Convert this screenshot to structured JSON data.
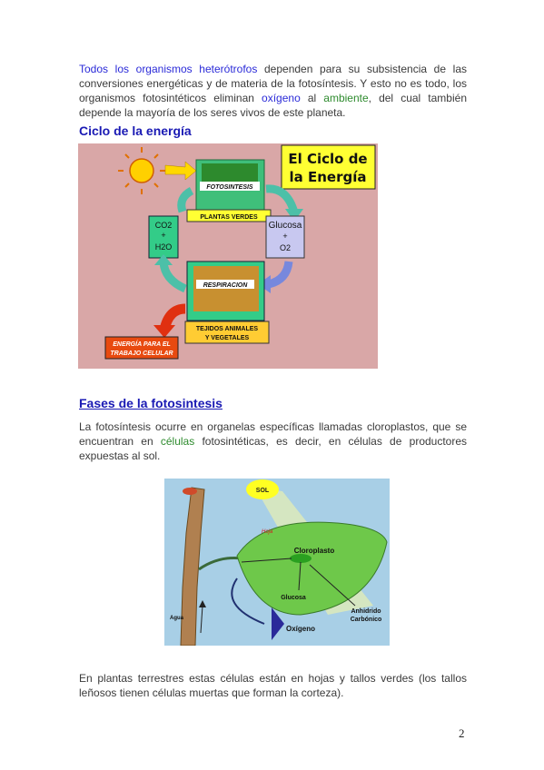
{
  "p1": {
    "t1": "Todos los organismos heterótrofos",
    "t2": " dependen para su subsistencia de las conversiones energéticas y de materia de la fotosíntesis. Y esto no es todo, los organismos fotosintéticos eliminan ",
    "t3": "oxígeno",
    "t4": " al ",
    "t5": "ambiente",
    "t6": ", del cual también depende la mayoría de los seres vivos de este planeta."
  },
  "h1": "Ciclo de la energía",
  "fig1": {
    "title1": "El Ciclo de",
    "title2": "la Energía",
    "fotosintesis": "FOTOSINTESIS",
    "plantas": "PLANTAS VERDES",
    "co2": "CO2",
    "plus": "+",
    "h2o": "H2O",
    "glucosa": "Glucosa",
    "o2": "O2",
    "respiracion": "RESPIRACION",
    "tejidos1": "TEJIDOS ANIMALES",
    "tejidos2": "Y VEGETALES",
    "energia1": "ENERGÍA PARA EL",
    "energia2": "TRABAJO CELULAR"
  },
  "h2": "Fases de la fotosintesis",
  "p2": {
    "t1": "La fotosíntesis ocurre en organelas específicas llamadas cloroplastos, que se encuentran en ",
    "t2": "células",
    "t3": " fotosintéticas, es decir, en células de productores expuestas al sol."
  },
  "fig2": {
    "sol": "SOL",
    "hoja": "Hoja",
    "cloroplasto": "Cloroplasto",
    "glucosa": "Glucosa",
    "anhidrido1": "Anhidrido",
    "anhidrido2": "Carbónico",
    "agua": "Agua",
    "oxigeno": "Oxígeno"
  },
  "p3": "En plantas terrestres estas células están en hojas y tallos verdes (los tallos leñosos tienen células muertas que forman la corteza).",
  "page_number": "2"
}
